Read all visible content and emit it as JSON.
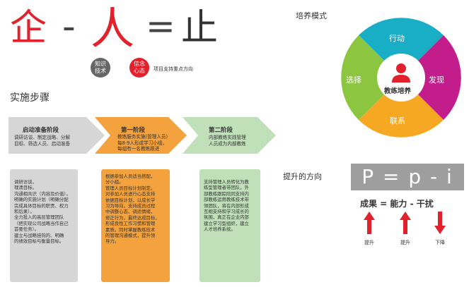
{
  "formula": {
    "char1": "企",
    "minus": "-",
    "char2": "人",
    "equals": "=",
    "char3": "止",
    "circle1": "知识\n技术",
    "circle2": "信念\n心态",
    "project_note": "项目支持重点方向",
    "colors": {
      "red": "#e1212b",
      "dark": "#333333",
      "gray": "#666666"
    }
  },
  "steps_title": "实施步骤",
  "stages": [
    {
      "title": "启动准备阶段",
      "desc": "调研访谈、制定战略、分解\n目标、筛选人员、启动准备",
      "color": "#d6d6d6"
    },
    {
      "title": "第一阶段",
      "desc": "教练服务实施(管理人员)\n每8-9人形成学习小组，\n每组有一名教练跟进",
      "color": "#f4a23e"
    },
    {
      "title": "第二阶段",
      "desc": "内部教练实践管理\n人员成为内部教练",
      "color": "#bfe0b8"
    }
  ],
  "details": [
    {
      "text": "调研访谈，\n理清目标。\n沟通相共识（内容及价值）。\n明确的实施计划（明确分配\n完成具体目标的职责、权力\n和后果）。\n全力投入的高层管理团队\n（把实现公司战略当作自己\n首要任务）。\n建立与战略挂钩的、明确\n的绩效目标与衡量目标。",
      "color": "#d6d6d6"
    },
    {
      "text": "根据参加人员适当搭配，\n分小组。\n管理人员目标计划制定。\n对参加人员进行心态支持\n依据目标计划，以成长学\n习为导向，支持成员过程\n中调整心态、调适情绪，\n修正行为，最终达成目标，\n形成良性工作习惯和管理\n素质。同时掌握教练技术\n的管理沟通模式，提升领\n导力。",
      "color": "#f4a23e"
    },
    {
      "text": "支持管理人员转化为教\n练型管理者带团队，外\n部教练跟踪陪同支持内\n部教练运用教练技术带\n领团队，将在内部形成\n互相支持和学习成长的\n氛围，真正在企业内部\n建立学习型组织，建立\n人才培养系统。",
      "color": "#bfe0b8"
    }
  ],
  "model": {
    "title": "培养模式",
    "segments": [
      {
        "label": "行动",
        "color": "#18aec6"
      },
      {
        "label": "发现",
        "color": "#c21d8a"
      },
      {
        "label": "联系",
        "color": "#f7a823"
      },
      {
        "label": "选择",
        "color": "#8cc641"
      }
    ],
    "center_label": "教练培养",
    "center_icon": "person-icon"
  },
  "improve": {
    "title": "提升的方向",
    "formula_box": "P = p - i",
    "equation": "成果 = 能力 - 干扰",
    "arrows": [
      {
        "label": "提升",
        "direction": "up"
      },
      {
        "label": "提升",
        "direction": "up"
      },
      {
        "label": "下降",
        "direction": "down"
      }
    ]
  }
}
